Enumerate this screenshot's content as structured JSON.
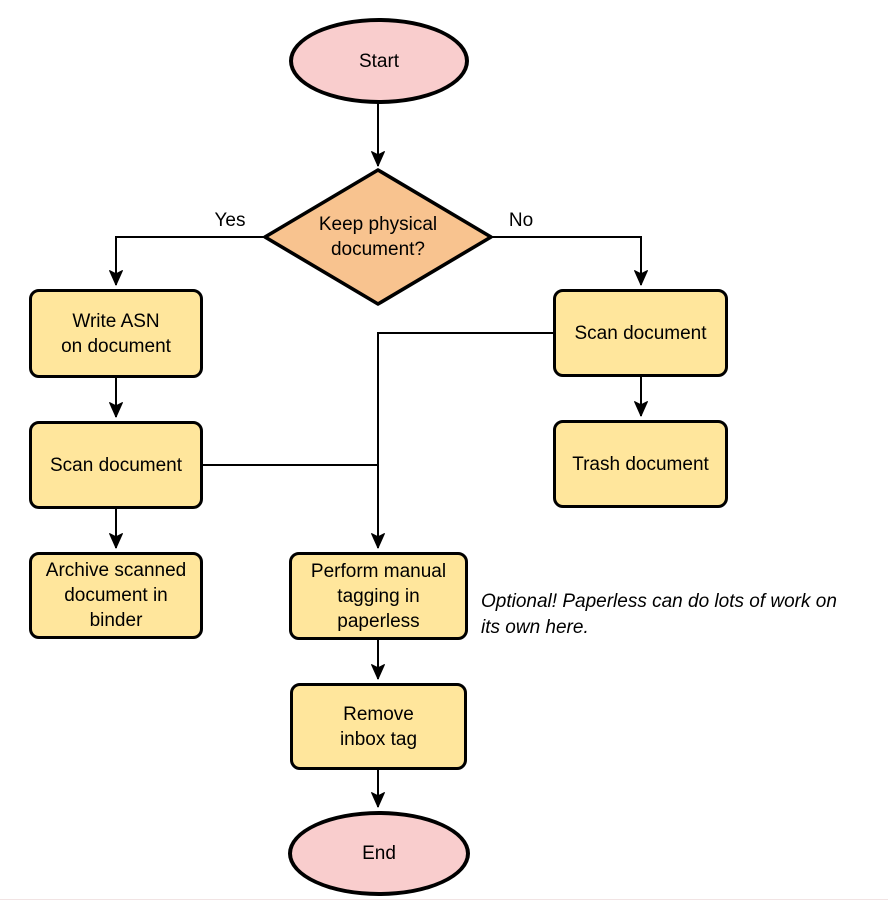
{
  "colors": {
    "terminal_fill": "#f9cdcd",
    "process_fill": "#ffe69c",
    "decision_fill": "#f8c38f",
    "stroke": "#000000"
  },
  "nodes": {
    "start": {
      "label": "Start"
    },
    "decision": {
      "line1": "Keep physical",
      "line2": "document?"
    },
    "write_asn": {
      "line1": "Write ASN",
      "line2": "on document"
    },
    "scan_left": {
      "label": "Scan document"
    },
    "archive": {
      "line1": "Archive scanned",
      "line2": "document in",
      "line3": "binder"
    },
    "scan_right": {
      "label": "Scan document"
    },
    "trash": {
      "label": "Trash document"
    },
    "tagging": {
      "line1": "Perform manual",
      "line2": "tagging in",
      "line3": "paperless"
    },
    "remove_inbox": {
      "line1": "Remove",
      "line2": "inbox tag"
    },
    "end": {
      "label": "End"
    }
  },
  "edge_labels": {
    "yes": "Yes",
    "no": "No"
  },
  "annotation": {
    "line1": "Optional! Paperless can do lots of work on",
    "line2": "its own here."
  }
}
